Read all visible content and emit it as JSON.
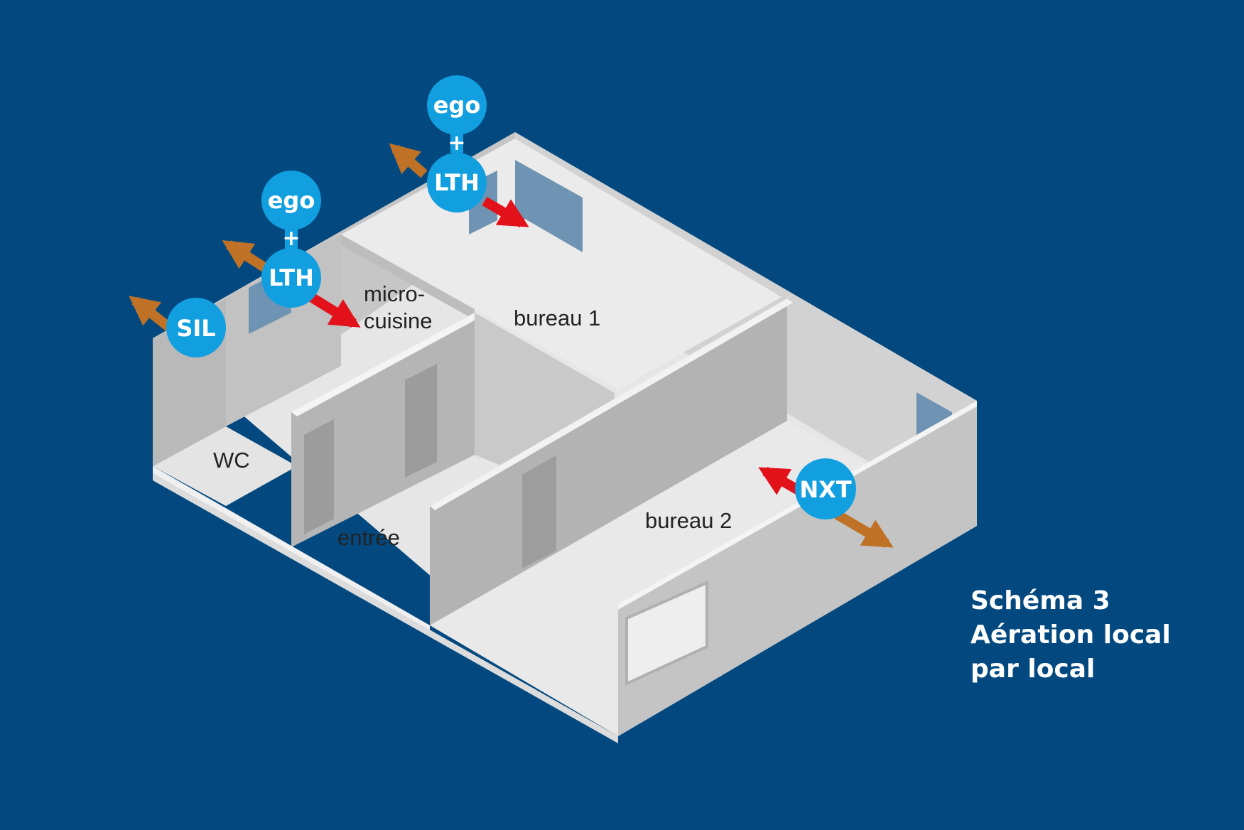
{
  "rooms": {
    "wc": "WC",
    "micro_line1": "micro-",
    "micro_line2": "cuisine",
    "bureau1": "bureau 1",
    "entree": "entrée",
    "bureau2": "bureau 2"
  },
  "units": {
    "sil": "SIL",
    "ego_a": "ego",
    "lth_a": "LTH",
    "ego_b": "ego",
    "lth_b": "LTH",
    "nxt": "NXT",
    "plus": "+"
  },
  "caption": {
    "line1": "Schéma 3",
    "line2": "Aération local",
    "line3": "par local"
  },
  "colors": {
    "background": "#03497f",
    "bubble": "#129fe0",
    "supply_arrow": "#e3111a",
    "exhaust_arrow": "#bf7226"
  }
}
